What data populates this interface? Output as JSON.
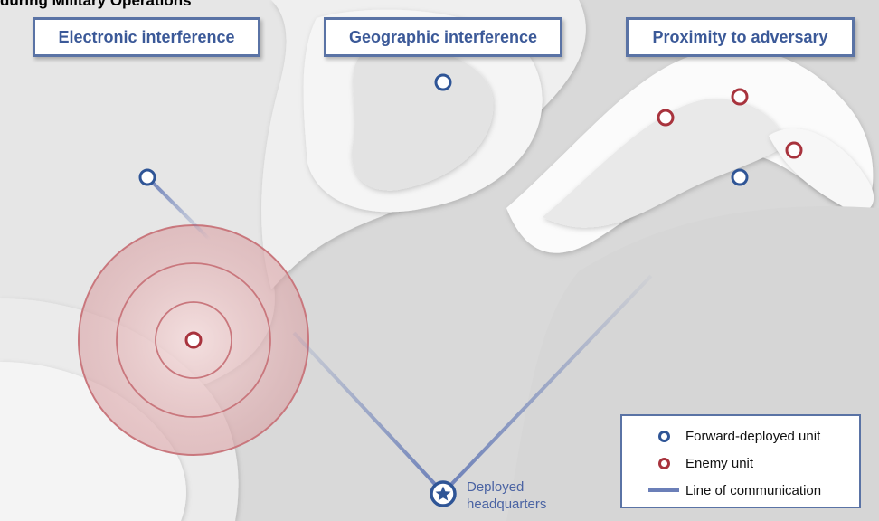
{
  "title": "during Military Operations",
  "labels": {
    "electronic": "Electronic interference",
    "geographic": "Geographic interference",
    "proximity": "Proximity to adversary"
  },
  "hq": {
    "line1": "Deployed",
    "line2": "headquarters"
  },
  "legend": {
    "forward": "Forward-deployed unit",
    "enemy": "Enemy unit",
    "line": "Line of communication"
  },
  "colors": {
    "forward_unit": "#2f5596",
    "enemy_unit": "#a8333d",
    "line": "#6b7fb8",
    "label_border": "#5a73a5",
    "interference": "#c9777d"
  }
}
